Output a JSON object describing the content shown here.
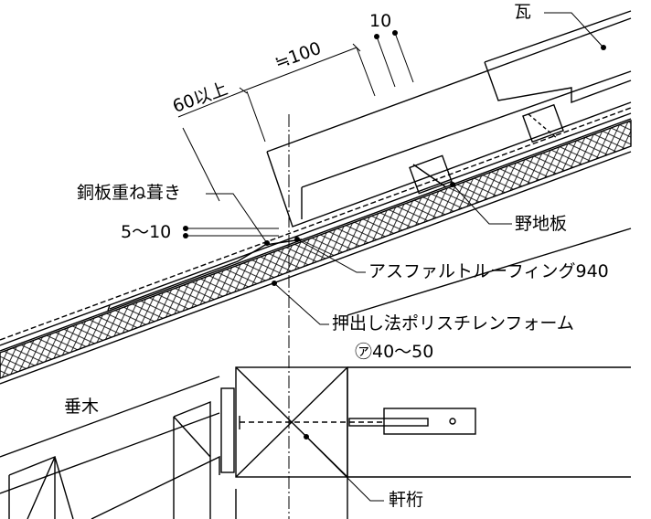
{
  "labels": {
    "tile": "瓦",
    "dim_10": "10",
    "dim_100": "≒100",
    "dim_60": "60以上",
    "copper": "銅板重ね葺き",
    "dim_5_10": "5〜10",
    "sheathing": "野地板",
    "asphalt": "アスファルトルーフィング940",
    "foam": "押出し法ポリスチレンフォーム",
    "foam_thickness": "㋐40〜50",
    "rafter": "垂木",
    "eave_beam": "軒桁"
  },
  "colors": {
    "line": "#000000",
    "background": "#ffffff"
  }
}
